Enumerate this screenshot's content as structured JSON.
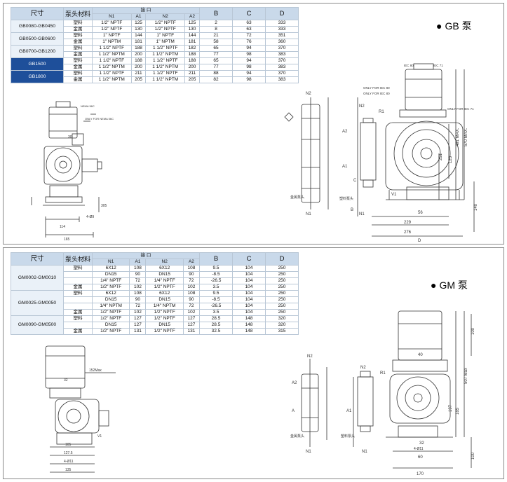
{
  "gb": {
    "title": "GB 泵",
    "headers": {
      "size": "尺寸",
      "head_material": "泵头材料",
      "port": "接 口",
      "n1": "N1",
      "a1": "A1",
      "n2": "N2",
      "a2": "A2",
      "b": "B",
      "c": "C",
      "d": "D"
    },
    "models": [
      {
        "name": "GB0080-GB0450",
        "rows": [
          [
            "塑料",
            "1/2\" NPTF",
            "125",
            "1/2\" NPTF",
            "125",
            "2",
            "63",
            "333"
          ],
          [
            "金属",
            "1/2\" NPTF",
            "130",
            "1/2\" NPTF",
            "130",
            "8",
            "63",
            "333"
          ]
        ]
      },
      {
        "name": "GB0500-GB0600",
        "rows": [
          [
            "塑料",
            "1\" NPTF",
            "144",
            "1\" NPTF",
            "144",
            "21",
            "72",
            "351"
          ],
          [
            "金属",
            "1\" NPTM",
            "181",
            "1\" NPTM",
            "181",
            "58",
            "76",
            "360"
          ]
        ]
      },
      {
        "name": "GB0700-GB1200",
        "rows": [
          [
            "塑料",
            "1 1/2\" NPTF",
            "188",
            "1 1/2\" NPTF",
            "182",
            "65",
            "94",
            "370"
          ],
          [
            "金属",
            "1 1/2\" NPTM",
            "200",
            "1 1/2\" NPTM",
            "188",
            "77",
            "98",
            "383"
          ]
        ]
      },
      {
        "name": "GB1500",
        "rows": [
          [
            "塑料",
            "1 1/2\" NPTF",
            "188",
            "1 1/2\" NPTF",
            "188",
            "65",
            "94",
            "370"
          ],
          [
            "金属",
            "1 1/2\" NPTM",
            "200",
            "1 1/2\" NPTM",
            "200",
            "77",
            "98",
            "383"
          ]
        ]
      },
      {
        "name": "GB1800",
        "rows": [
          [
            "塑料",
            "1 1/2\" NPTF",
            "211",
            "1 1/2\" NPTF",
            "211",
            "88",
            "94",
            "370"
          ],
          [
            "金属",
            "1 1/2\" NPTM",
            "205",
            "1 1/2\" NPTM",
            "205",
            "82",
            "98",
            "383"
          ]
        ]
      }
    ],
    "drawing_labels": {
      "nema": "NEMA 56C",
      "only_nema": "ONLY FOR NEMA 56C",
      "d30": "30",
      "d305": "305",
      "d114": "114",
      "d165": "165",
      "phi": "4-Ø9",
      "iec80": "IEC 80",
      "iec71": "IEC 71",
      "only_iec80": "ONLY FOR IEC 80",
      "only_iec80b": "ONLY FOR IEC 80",
      "only_iec71": "ONLY FOR IEC 71",
      "n2": "N2",
      "a2": "A2",
      "a1": "A1",
      "n1": "N1",
      "c": "C",
      "b": "B",
      "d": "D",
      "r1": "R1",
      "v1": "V1",
      "d491": "491 MAX.",
      "d570": "570 MAX.",
      "d251": "251",
      "d123": "123",
      "d56": "56",
      "d229": "229",
      "d276": "276",
      "d140": "140",
      "metal_head": "金属泵头",
      "plastic_head": "塑料泵头"
    }
  },
  "gm": {
    "title": "GM 泵",
    "headers": {
      "size": "尺寸",
      "head_material": "泵头材料",
      "port": "接 口",
      "n1": "N1",
      "a1": "A1",
      "n2": "N2",
      "a2": "A2",
      "b": "B",
      "c": "C",
      "d": "D"
    },
    "models": [
      {
        "name": "GM0002-GM0010",
        "rows": [
          [
            "塑料",
            "6X12",
            "108",
            "6X12",
            "108",
            "9.5",
            "104",
            "250"
          ],
          [
            "",
            "DN15",
            "90",
            "DN15",
            "90",
            "-8.5",
            "104",
            "250"
          ],
          [
            "",
            "1/4\" NPTF",
            "72",
            "1/4\" NPTF",
            "72",
            "-26.5",
            "104",
            "250"
          ],
          [
            "金属",
            "1/2\" NPTF",
            "102",
            "1/2\" NPTF",
            "102",
            "3.5",
            "104",
            "250"
          ]
        ]
      },
      {
        "name": "GM0025-GM0050",
        "rows": [
          [
            "塑料",
            "6X12",
            "108",
            "6X12",
            "108",
            "9.5",
            "104",
            "250"
          ],
          [
            "",
            "DN15",
            "90",
            "DN15",
            "90",
            "-8.5",
            "104",
            "250"
          ],
          [
            "",
            "1/4\" NPTM",
            "72",
            "1/4\" NPTM",
            "72",
            "-26.5",
            "104",
            "250"
          ],
          [
            "金属",
            "1/2\" NPTF",
            "102",
            "1/2\" NPTF",
            "102",
            "3.5",
            "104",
            "250"
          ]
        ]
      },
      {
        "name": "GM0090-GM0500",
        "rows": [
          [
            "塑料",
            "1/2\" NPTF",
            "127",
            "1/2\" NPTF",
            "127",
            "28.5",
            "148",
            "320"
          ],
          [
            "",
            "DN15",
            "127",
            "DN15",
            "127",
            "28.5",
            "148",
            "320"
          ],
          [
            "金属",
            "1/2\" NPTF",
            "131",
            "1/2\" NPTF",
            "131",
            "32.5",
            "148",
            "315"
          ]
        ]
      }
    ],
    "drawing_labels": {
      "d152": "152Max",
      "d32": "32",
      "d105": "105",
      "d127": "127.5",
      "phi": "4-Ø11",
      "d135": "135",
      "v1": "V1",
      "n2": "N2",
      "a2": "A2",
      "a1": "A1",
      "a": "A",
      "n1": "N1",
      "r1": "R1",
      "d40": "40",
      "d507": "507 Max",
      "d185": "185",
      "d197": "197",
      "d100": "100",
      "d100b": "100",
      "d32b": "32",
      "d60": "60",
      "d170": "170",
      "phi11": "4-Ø11",
      "metal_head": "金属泵头",
      "plastic_head": "塑料泵头"
    }
  }
}
